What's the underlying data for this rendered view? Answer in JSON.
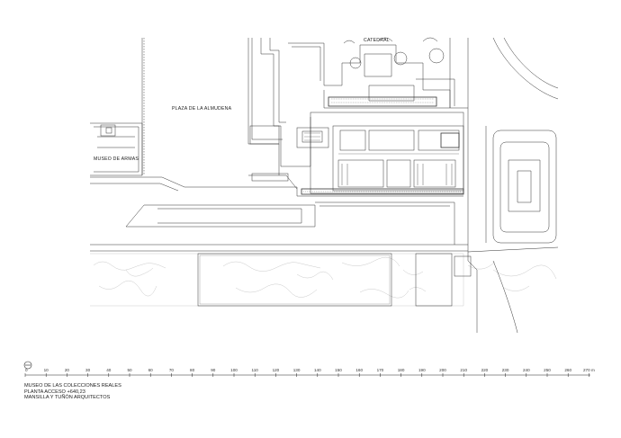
{
  "labels": {
    "catedral": "CATEDRAL",
    "plaza": "PLAZA DE LA ALMUDENA",
    "museo_armas": "MUSEO DE ARMAS"
  },
  "caption": {
    "line1": "MUSEO DE LAS COLECCIONES REALES",
    "line2": "PLANTA ACCESO +640,23",
    "line3": "MANSILLA Y TUÑÓN ARQUITECTOS"
  },
  "scale": {
    "ticks": [
      "0",
      "10",
      "20",
      "30",
      "40",
      "50",
      "60",
      "70",
      "80",
      "90",
      "100",
      "110",
      "120",
      "130",
      "140",
      "150",
      "160",
      "170",
      "180",
      "190",
      "200",
      "210",
      "220",
      "230",
      "240",
      "250",
      "260",
      "270 m"
    ]
  }
}
